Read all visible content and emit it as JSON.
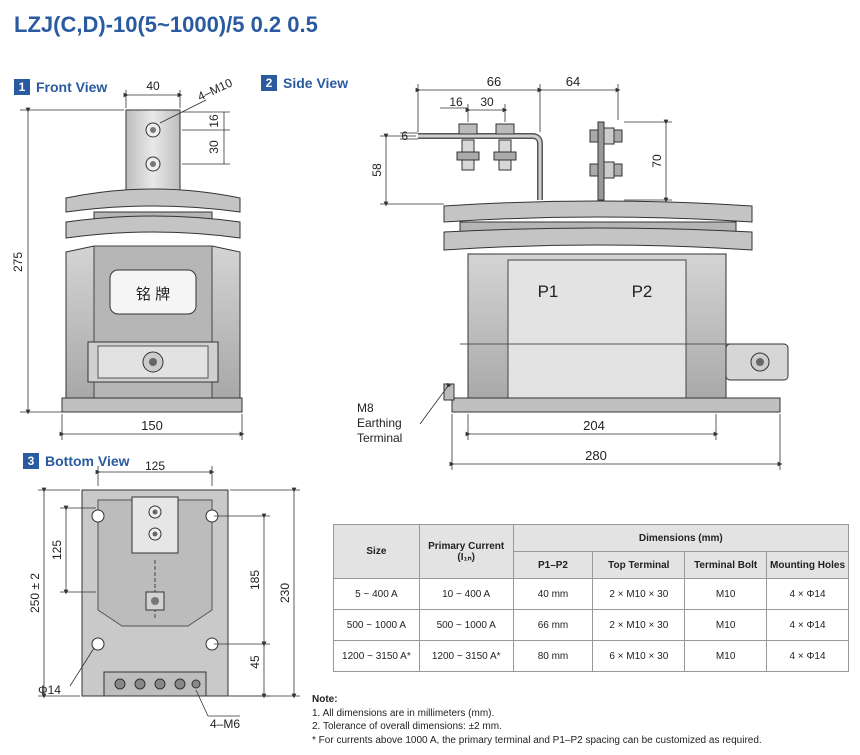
{
  "title": "LZJ(C,D)-10(5~1000)/5 0.2 0.5",
  "sections": [
    {
      "num": "1",
      "label": "Front View"
    },
    {
      "num": "2",
      "label": "Side View"
    },
    {
      "num": "3",
      "label": "Bottom View"
    }
  ],
  "front_view": {
    "dims": {
      "top_width": "40",
      "bolt_label": "4–M10",
      "d16": "16",
      "d30": "30",
      "height": "275",
      "base_width": "150"
    },
    "nameplate": "铭 牌"
  },
  "side_view": {
    "dims": {
      "d66": "66",
      "d64": "64",
      "d16": "16",
      "d30": "30",
      "d6": "6",
      "d58": "58",
      "d70": "70",
      "d204": "204",
      "d280": "280"
    },
    "p1": "P1",
    "p2": "P2",
    "earthing_label": [
      "M8",
      "Earthing",
      "Terminal"
    ]
  },
  "bottom_view": {
    "dims": {
      "d125_top": "125",
      "d125_left": "125",
      "d250": "250 ± 2",
      "d185": "185",
      "d230": "230",
      "d45": "45",
      "phi14": "Φ14",
      "m6": "4–M6"
    }
  },
  "table": {
    "headers": {
      "size": "Size",
      "primary_current": "Primary Current (I₁ₙ)",
      "dimensions": "Dimensions (mm)",
      "p1p2": "P1–P2",
      "top_terminal": "Top Terminal",
      "terminal_bolt": "Terminal Bolt",
      "mounting_holes": "Mounting Holes"
    },
    "rows": [
      [
        "5 ~ 400 A",
        "10 ~ 400 A",
        "40 mm",
        "2 × M10 × 30",
        "M10",
        "4 × Φ14"
      ],
      [
        "500 ~ 1000 A",
        "500 ~ 1000 A",
        "66 mm",
        "2 × M10 × 30",
        "M10",
        "4 × Φ14"
      ],
      [
        "1200 ~ 3150 A*",
        "1200 ~ 3150 A*",
        "80 mm",
        "6 × M10 × 30",
        "M10",
        "4 × Φ14"
      ]
    ]
  },
  "notes": {
    "title": "Note:",
    "items": [
      "1. All dimensions are in millimeters (mm).",
      "2. Tolerance of overall dimensions: ±2 mm.",
      "* For currents above 1000 A, the primary terminal and P1–P2 spacing can be customized as required."
    ]
  }
}
